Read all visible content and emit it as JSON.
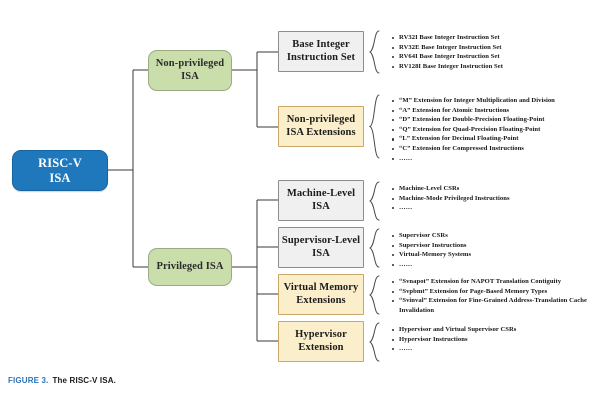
{
  "figure": {
    "number_label": "FIGURE 3.",
    "caption": "The RISC-V ISA.",
    "accent_color": "#2e74b5"
  },
  "colors": {
    "root_fill": "#1f77bc",
    "root_text": "#ffffff",
    "green_fill": "#cadeac",
    "gray_fill": "#f0f0f0",
    "tan_fill": "#fbeecb",
    "line": "#3a3a3a"
  },
  "nodes": {
    "root": {
      "line1": "RISC-V",
      "line2": "ISA"
    },
    "nonpriv": {
      "line1": "Non-privileged",
      "line2": "ISA"
    },
    "priv": {
      "line1": "Privileged ISA",
      "line2": ""
    },
    "base_integer": {
      "line1": "Base Integer",
      "line2": "Instruction Set"
    },
    "nonpriv_ext": {
      "line1": "Non-privileged",
      "line2": "ISA Extensions"
    },
    "machine_level": {
      "line1": "Machine-Level",
      "line2": "ISA"
    },
    "supervisor_level": {
      "line1": "Supervisor-Level",
      "line2": "ISA"
    },
    "virtual_memory": {
      "line1": "Virtual Memory",
      "line2": "Extensions"
    },
    "hypervisor": {
      "line1": "Hypervisor",
      "line2": "Extension"
    }
  },
  "lists": {
    "base_integer": [
      "RV32I Base Integer Instruction Set",
      "RV32E Base Integer Instruction Set",
      "RV64I Base Integer Instruction Set",
      "RV128I Base Integer Instruction Set"
    ],
    "nonpriv_ext": [
      "“M”  Extension for Integer Multiplication and Division",
      "“A”  Extension for Atomic Instructions",
      "“D”  Extension for Double-Precision Floating-Point",
      "“Q”  Extension for Quad-Precision Floating-Point",
      "“L”  Extension for Decimal Floating-Point",
      "“C”  Extension for Compressed Instructions",
      "……"
    ],
    "machine_level": [
      "Machine-Level CSRs",
      "Machine-Mode Privileged Instructions",
      "……"
    ],
    "supervisor_level": [
      "Supervisor CSRs",
      "Supervisor Instructions",
      "Virtual-Memory Systems",
      "……"
    ],
    "virtual_memory": [
      "“Svnapot”  Extension for NAPOT Translation Contiguity",
      "“Svpbmt”  Extension for Page-Based Memory Types",
      "“Svinval”  Extension for Fine-Grained Address-Translation Cache Invalidation"
    ],
    "hypervisor": [
      "Hypervisor and Virtual Supervisor CSRs",
      "Hypervisor Instructions",
      "……"
    ]
  }
}
